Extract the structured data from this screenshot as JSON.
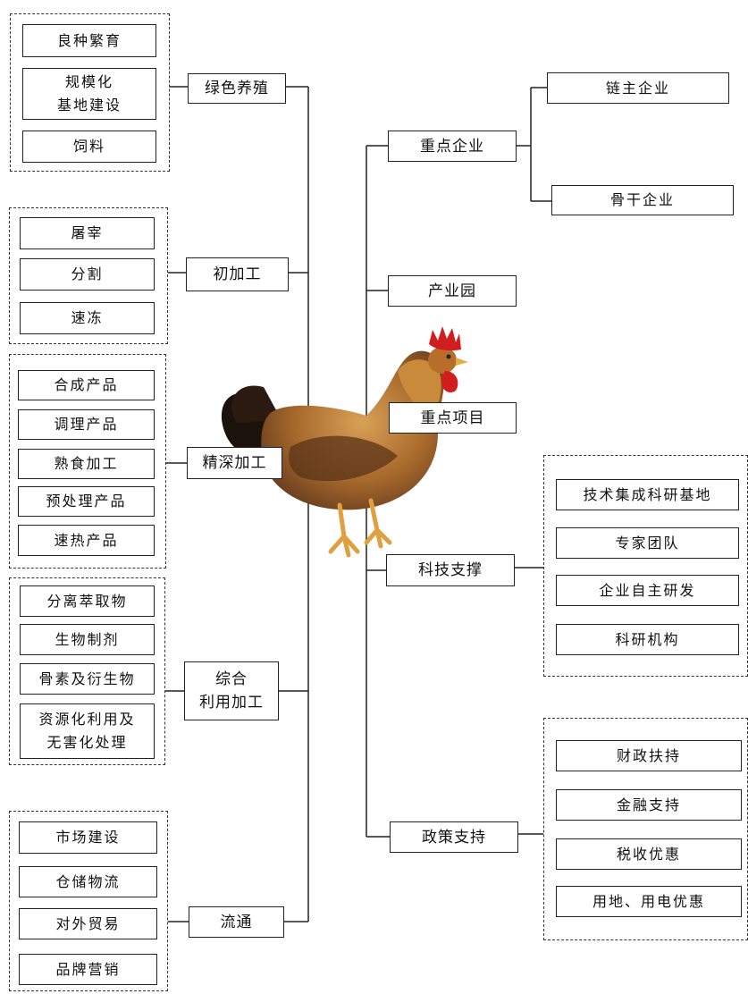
{
  "left": {
    "green": {
      "hub": "绿色养殖",
      "items": [
        "良种繁育",
        "规模化",
        "基地建设",
        "饲料"
      ]
    },
    "primary": {
      "hub": "初加工",
      "items": [
        "屠宰",
        "分割",
        "速冻"
      ]
    },
    "deep": {
      "hub": "精深加工",
      "items": [
        "合成产品",
        "调理产品",
        "熟食加工",
        "预处理产品",
        "速热产品"
      ]
    },
    "comprehensive": {
      "hub_line1": "综合",
      "hub_line2": "利用加工",
      "items": [
        "分离萃取物",
        "生物制剂",
        "骨素及衍生物",
        "资源化利用及",
        "无害化处理"
      ]
    },
    "circulation": {
      "hub": "流通",
      "items": [
        "市场建设",
        "仓储物流",
        "对外贸易",
        "品牌营销"
      ]
    }
  },
  "right": {
    "key_enterprise": {
      "hub": "重点企业",
      "items": [
        "链主企业",
        "骨干企业"
      ]
    },
    "industrial_park": {
      "hub": "产业园"
    },
    "key_project": {
      "hub": "重点项目"
    },
    "tech_support": {
      "hub": "科技支撑",
      "items": [
        "技术集成科研基地",
        "专家团队",
        "企业自主研发",
        "科研机构"
      ]
    },
    "policy_support": {
      "hub": "政策支持",
      "items": [
        "财政扶持",
        "金融支持",
        "税收优惠",
        "用地、用电优惠"
      ]
    }
  }
}
